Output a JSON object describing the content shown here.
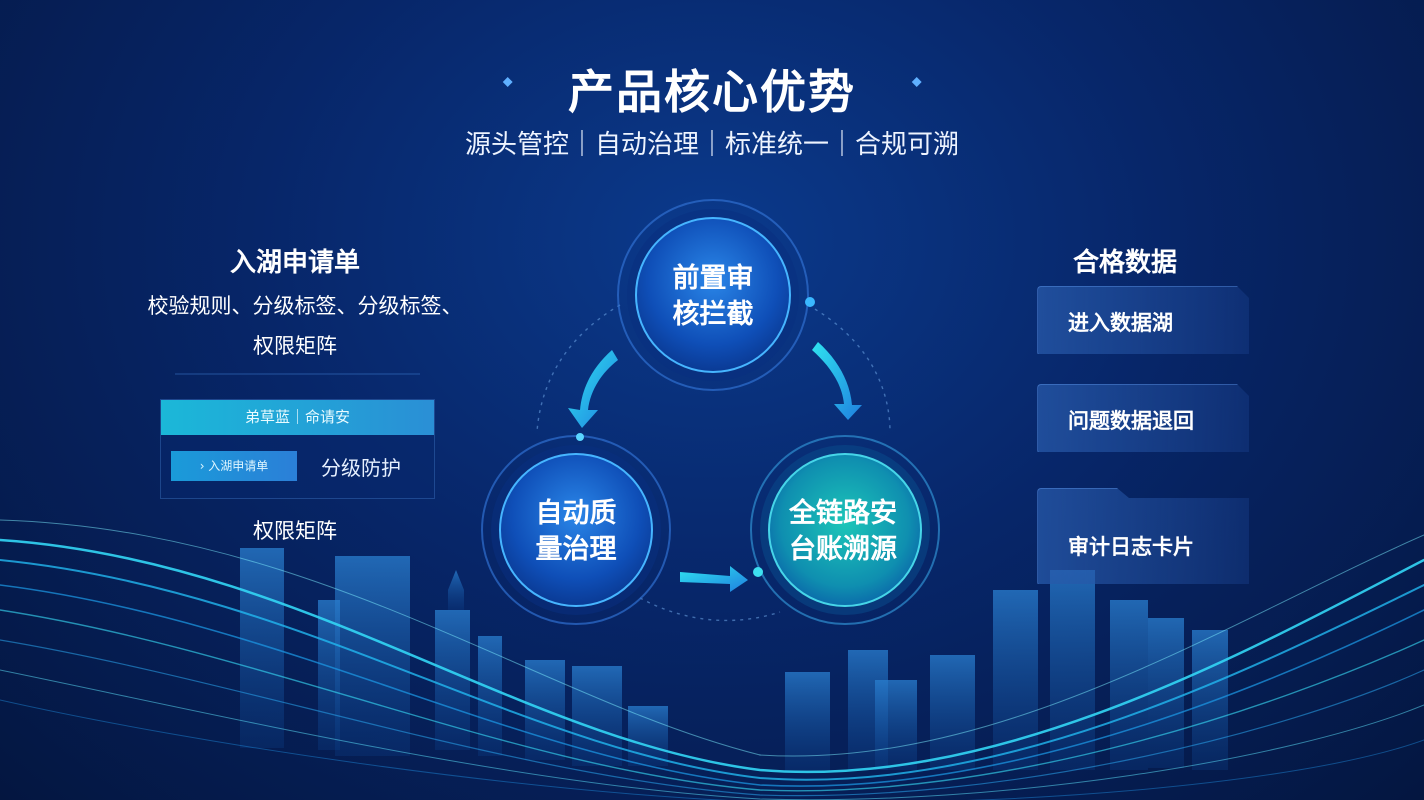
{
  "header": {
    "title": "产品核心优势",
    "subtitle": "源头管控｜自动治理｜标准统一｜合规可溯"
  },
  "left": {
    "title": "入湖申请单",
    "desc_line1": "校验规则、分级标签、分级标签、",
    "desc_line2": "权限矩阵",
    "panel_bar": "弟草蓝｜命请安",
    "panel_button": "› 入湖申请单",
    "panel_label": "分级防护",
    "bottom_label": "权限矩阵"
  },
  "cycle": {
    "node_1": {
      "line1": "前置审",
      "line2": "核拦截"
    },
    "node_2": {
      "line1": "自动质",
      "line2": "量治理"
    },
    "node_3": {
      "line1": "全链路安",
      "line2": "台账溯源"
    }
  },
  "right": {
    "title": "合格数据",
    "cards": [
      "进入数据湖",
      "问题数据退回",
      "审计日志卡片"
    ]
  },
  "colors": {
    "accent_cyan": "#22d3ee",
    "accent_blue": "#1d6fd8",
    "node_teal": "#14b3a8"
  }
}
